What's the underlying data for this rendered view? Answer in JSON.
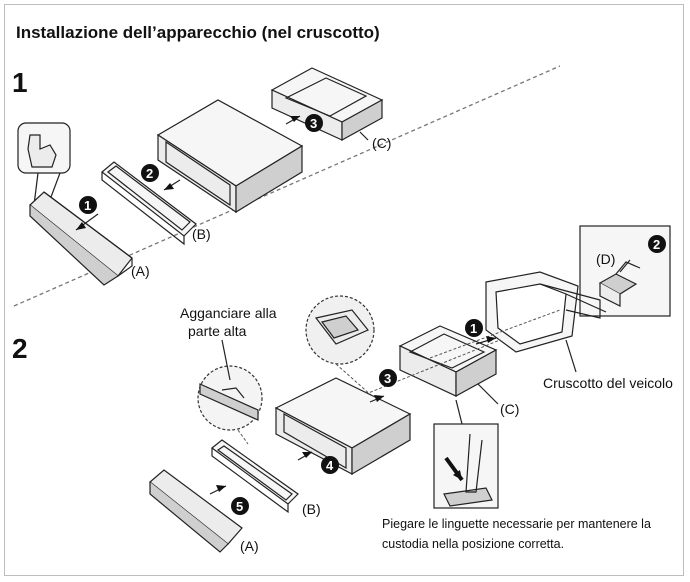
{
  "title": "Installazione dell’apparecchio (nel cruscotto)",
  "steps": {
    "step1": "1",
    "step2": "2"
  },
  "badges": {
    "s1_b1": "1",
    "s1_b2": "2",
    "s1_b3": "3",
    "s2_b1": "1",
    "s2_b2": "2",
    "s2_b3": "3",
    "s2_b4": "4",
    "s2_b5": "5"
  },
  "labels": {
    "s1_a": "(A)",
    "s1_b": "(B)",
    "s1_c": "(C)",
    "s2_a": "(A)",
    "s2_b": "(B)",
    "s2_c": "(C)",
    "s2_d": "(D)",
    "hook_line1": "Agganciare alla",
    "hook_line2": "parte alta",
    "dashboard": "Cruscotto del veicolo",
    "note_line1": "Piegare le linguette necessarie per mantenere la",
    "note_line2": "custodia nella posizione corretta."
  }
}
